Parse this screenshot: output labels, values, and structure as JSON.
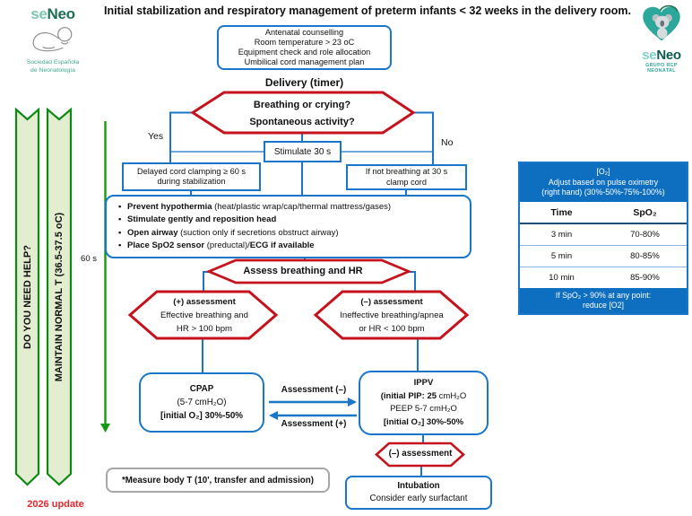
{
  "page": {
    "title": "Initial stabilization and respiratory management of preterm infants < 32 weeks in the delivery room.",
    "update_note": "2026 update"
  },
  "colors": {
    "flow_blue": "#1976c8",
    "alert_red": "#c5121c",
    "table_blue": "#0e6fc1",
    "ribbon_green_border": "#0e8a14",
    "ribbon_green_fill": "#e3edcf",
    "arrow_green": "#169a16",
    "brand_teal": "#2ba89b",
    "brand_dark_green": "#1e6e52",
    "update_red": "#e8262d"
  },
  "logos": {
    "left": {
      "brand_se": "se",
      "brand_neo": "Neo",
      "org_line1": "Sociedad Española",
      "org_line2": "de Neonatología"
    },
    "right": {
      "brand_se": "se",
      "brand_neo": "Neo",
      "subtitle": "GRUPO RCP NEONATAL"
    }
  },
  "sidebar": {
    "help_ribbon": "DO YOU NEED HELP?",
    "temp_ribbon": "MAINTAIN NORMAL T (36.5-37.5 oC)",
    "timer_label": "60 s"
  },
  "flow": {
    "prep_box": {
      "line1": "Antenatal counselling",
      "line2": "Room temperature > 23 oC",
      "line3": "Equipment check and role allocation",
      "line4": "Umbilical cord management plan"
    },
    "delivery_label": "Delivery (timer)",
    "breathing_hexagon": {
      "line1": "Breathing or crying?",
      "line2": "Spontaneous activity?"
    },
    "yes_label": "Yes",
    "no_label": "No",
    "stimulate_box": "Stimulate 30 s",
    "delayed_clamping_box": {
      "line1": "Delayed cord clamping ≥ 60 s",
      "line2": "during stabilization"
    },
    "clamp_cord_box": {
      "line1": "If not breathing at 30 s",
      "line2": "clamp cord"
    },
    "care_box": {
      "bullets": [
        {
          "b1": "Prevent hypothermia",
          "r": " (heat/plastic wrap/cap/thermal mattress/gases)",
          "b2": ""
        },
        {
          "b1": "Stimulate gently and reposition head",
          "r": "",
          "b2": ""
        },
        {
          "b1": "Open airway",
          "r": " (suction only if secretions obstruct airway)",
          "b2": ""
        },
        {
          "b1": "Place SpO2 sensor",
          "r": " (preductal)/",
          "b2": "ECG if available"
        }
      ]
    },
    "assess_hexagon": "Assess breathing and HR",
    "plus_hex": {
      "title": "(+) assessment",
      "line2": "Effective breathing and",
      "line3": "HR > 100 bpm"
    },
    "minus_hex": {
      "title": "(–) assessment",
      "line2": "Ineffective breathing/apnea",
      "line3": "or HR < 100 bpm"
    },
    "cpap_box": {
      "title": "CPAP",
      "line2": "(5-7 cmH₂O)",
      "line3": "[initial O₂] 30%-50%"
    },
    "ippv_box": {
      "title": "IPPV",
      "line2_bold": "(initial PIP: 25",
      "line2_rest": " cmH₂O",
      "line3": "PEEP 5-7 cmH₂O",
      "line4": "[initial O₂] 30%-50%"
    },
    "arrow_neg_label": "Assessment (–)",
    "arrow_pos_label": "Assessment (+)",
    "neg_small_hex": "(–) assessment",
    "intubation_box": {
      "title": "Intubation",
      "line2": "Consider early surfactant"
    },
    "measure_note": "*Measure body T (10', transfer and admission)"
  },
  "o2_table": {
    "header_line1": "[O₂]",
    "header_line2": "Adjust based on pulse oximetry",
    "header_line3": "(right hand) (30%-50%-75%-100%)",
    "col_time": "Time",
    "col_spo2": "SpO₂",
    "rows": [
      {
        "time": "3 min",
        "spo2": "70-80%"
      },
      {
        "time": "5 min",
        "spo2": "80-85%"
      },
      {
        "time": "10 min",
        "spo2": "85-90%"
      }
    ],
    "footer_line1": "If SpO₂ > 90% at any point:",
    "footer_line2": "reduce [O2]"
  }
}
